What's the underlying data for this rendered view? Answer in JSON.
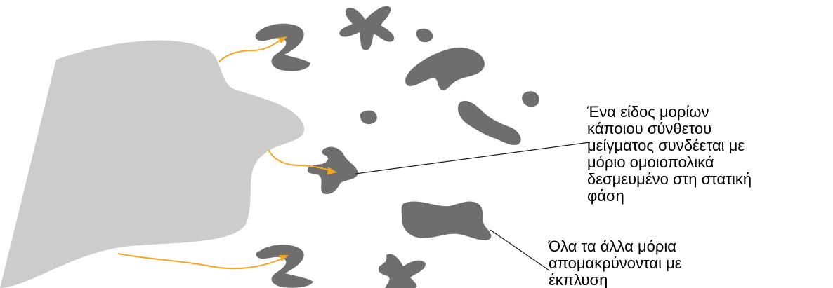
{
  "colors": {
    "stationary_phase": "#cccccc",
    "molecules": "#6e6e6e",
    "arrows": "#f5a623",
    "leader_lines": "#1a1a1a"
  },
  "labels": {
    "bound_molecule": [
      "Ένα είδος μορίων",
      "κάποιου σύνθετου",
      "μείγματος συνδέεται με",
      "μόριο ομοιοπολικά",
      "δεσμευμένο στη στατική",
      "φάση"
    ],
    "washed_molecules": [
      "Όλα τα άλλα μόρια",
      "απομακρύνονται με",
      "έκπλυση"
    ]
  }
}
